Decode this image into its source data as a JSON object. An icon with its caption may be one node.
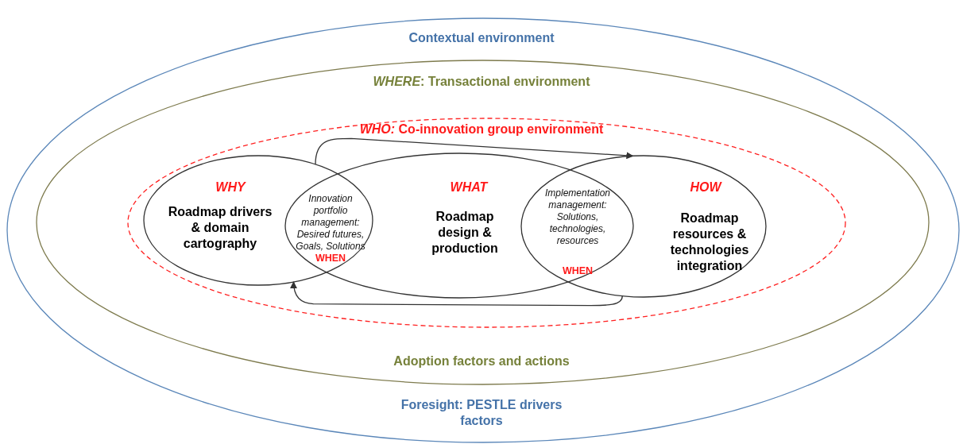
{
  "diagram": {
    "nodes": [
      {
        "text": [
          "Contextual environment",
          "Foresight: PESTLE drivers factors"
        ]
      },
      {
        "text": [
          "*WHERE*: Transactional environment",
          "Adoption factors and actions"
        ],
        "in": 0
      },
      {
        "text": [
          "*WHO:* Co-innovation group environment"
        ],
        "in": 1
      },
      {
        "text": [
          "WHY",
          "Roadmap drivers & domain cartography"
        ],
        "in": 2
      },
      {
        "text": [
          "WHAT",
          "Roadmap design & production"
        ],
        "in": 2
      },
      {
        "text": [
          "HOW",
          "Roadmap resources & technologies integration"
        ],
        "in": 2
      }
    ],
    "edges": [
      {
        "from": 3,
        "to": 5,
        "arrow": "to"
      },
      {
        "from": 5,
        "to": 3,
        "arrow": "to"
      }
    ],
    "labels": [
      "Innovation portfolio management: Desired futures, Goals, Solutions",
      "Implementation management: Solutions, technologies, resources",
      "WHEN",
      "WHEN"
    ]
  }
}
